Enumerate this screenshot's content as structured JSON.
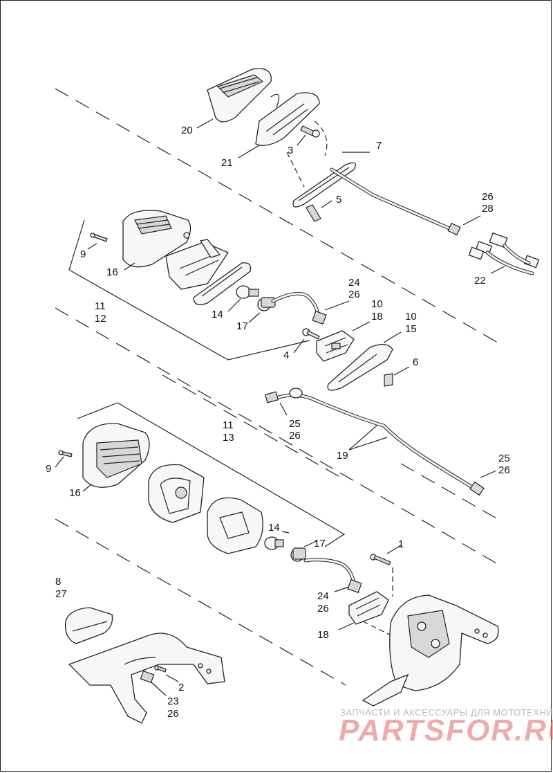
{
  "diagram": {
    "callouts": [
      {
        "id": "c20",
        "text": "20"
      },
      {
        "id": "c21",
        "text": "21"
      },
      {
        "id": "c3a",
        "text": "3"
      },
      {
        "id": "c7",
        "text": "7"
      },
      {
        "id": "c5",
        "text": "5"
      },
      {
        "id": "c26a",
        "text": "26"
      },
      {
        "id": "c28",
        "text": "28"
      },
      {
        "id": "c22",
        "text": "22"
      },
      {
        "id": "c9a",
        "text": "9"
      },
      {
        "id": "c16a",
        "text": "16"
      },
      {
        "id": "c11a",
        "text": "11"
      },
      {
        "id": "c12",
        "text": "12"
      },
      {
        "id": "c14a",
        "text": "14"
      },
      {
        "id": "c17a",
        "text": "17"
      },
      {
        "id": "c24a",
        "text": "24"
      },
      {
        "id": "c26b",
        "text": "26"
      },
      {
        "id": "c10a",
        "text": "10"
      },
      {
        "id": "c18a",
        "text": "18"
      },
      {
        "id": "c10b",
        "text": "10"
      },
      {
        "id": "c15",
        "text": "15"
      },
      {
        "id": "c4",
        "text": "4"
      },
      {
        "id": "c6",
        "text": "6"
      },
      {
        "id": "c25a",
        "text": "25"
      },
      {
        "id": "c26c",
        "text": "26"
      },
      {
        "id": "c19",
        "text": "19"
      },
      {
        "id": "c25b",
        "text": "25"
      },
      {
        "id": "c26d",
        "text": "26"
      },
      {
        "id": "c11b",
        "text": "11"
      },
      {
        "id": "c13",
        "text": "13"
      },
      {
        "id": "c9b",
        "text": "9"
      },
      {
        "id": "c16b",
        "text": "16"
      },
      {
        "id": "c14b",
        "text": "14"
      },
      {
        "id": "c17b",
        "text": "17"
      },
      {
        "id": "c1",
        "text": "1"
      },
      {
        "id": "c8",
        "text": "8"
      },
      {
        "id": "c27",
        "text": "27"
      },
      {
        "id": "c24b",
        "text": "24"
      },
      {
        "id": "c26e",
        "text": "26"
      },
      {
        "id": "c18b",
        "text": "18"
      },
      {
        "id": "c2",
        "text": "2"
      },
      {
        "id": "c23",
        "text": "23"
      },
      {
        "id": "c26f",
        "text": "26"
      }
    ]
  },
  "watermark": {
    "tagline": "ЗАПЧАСТИ И АКСЕССУАРЫ ДЛЯ МОТОТЕХНИКИ",
    "brand": "PARTSFOR.RU"
  }
}
